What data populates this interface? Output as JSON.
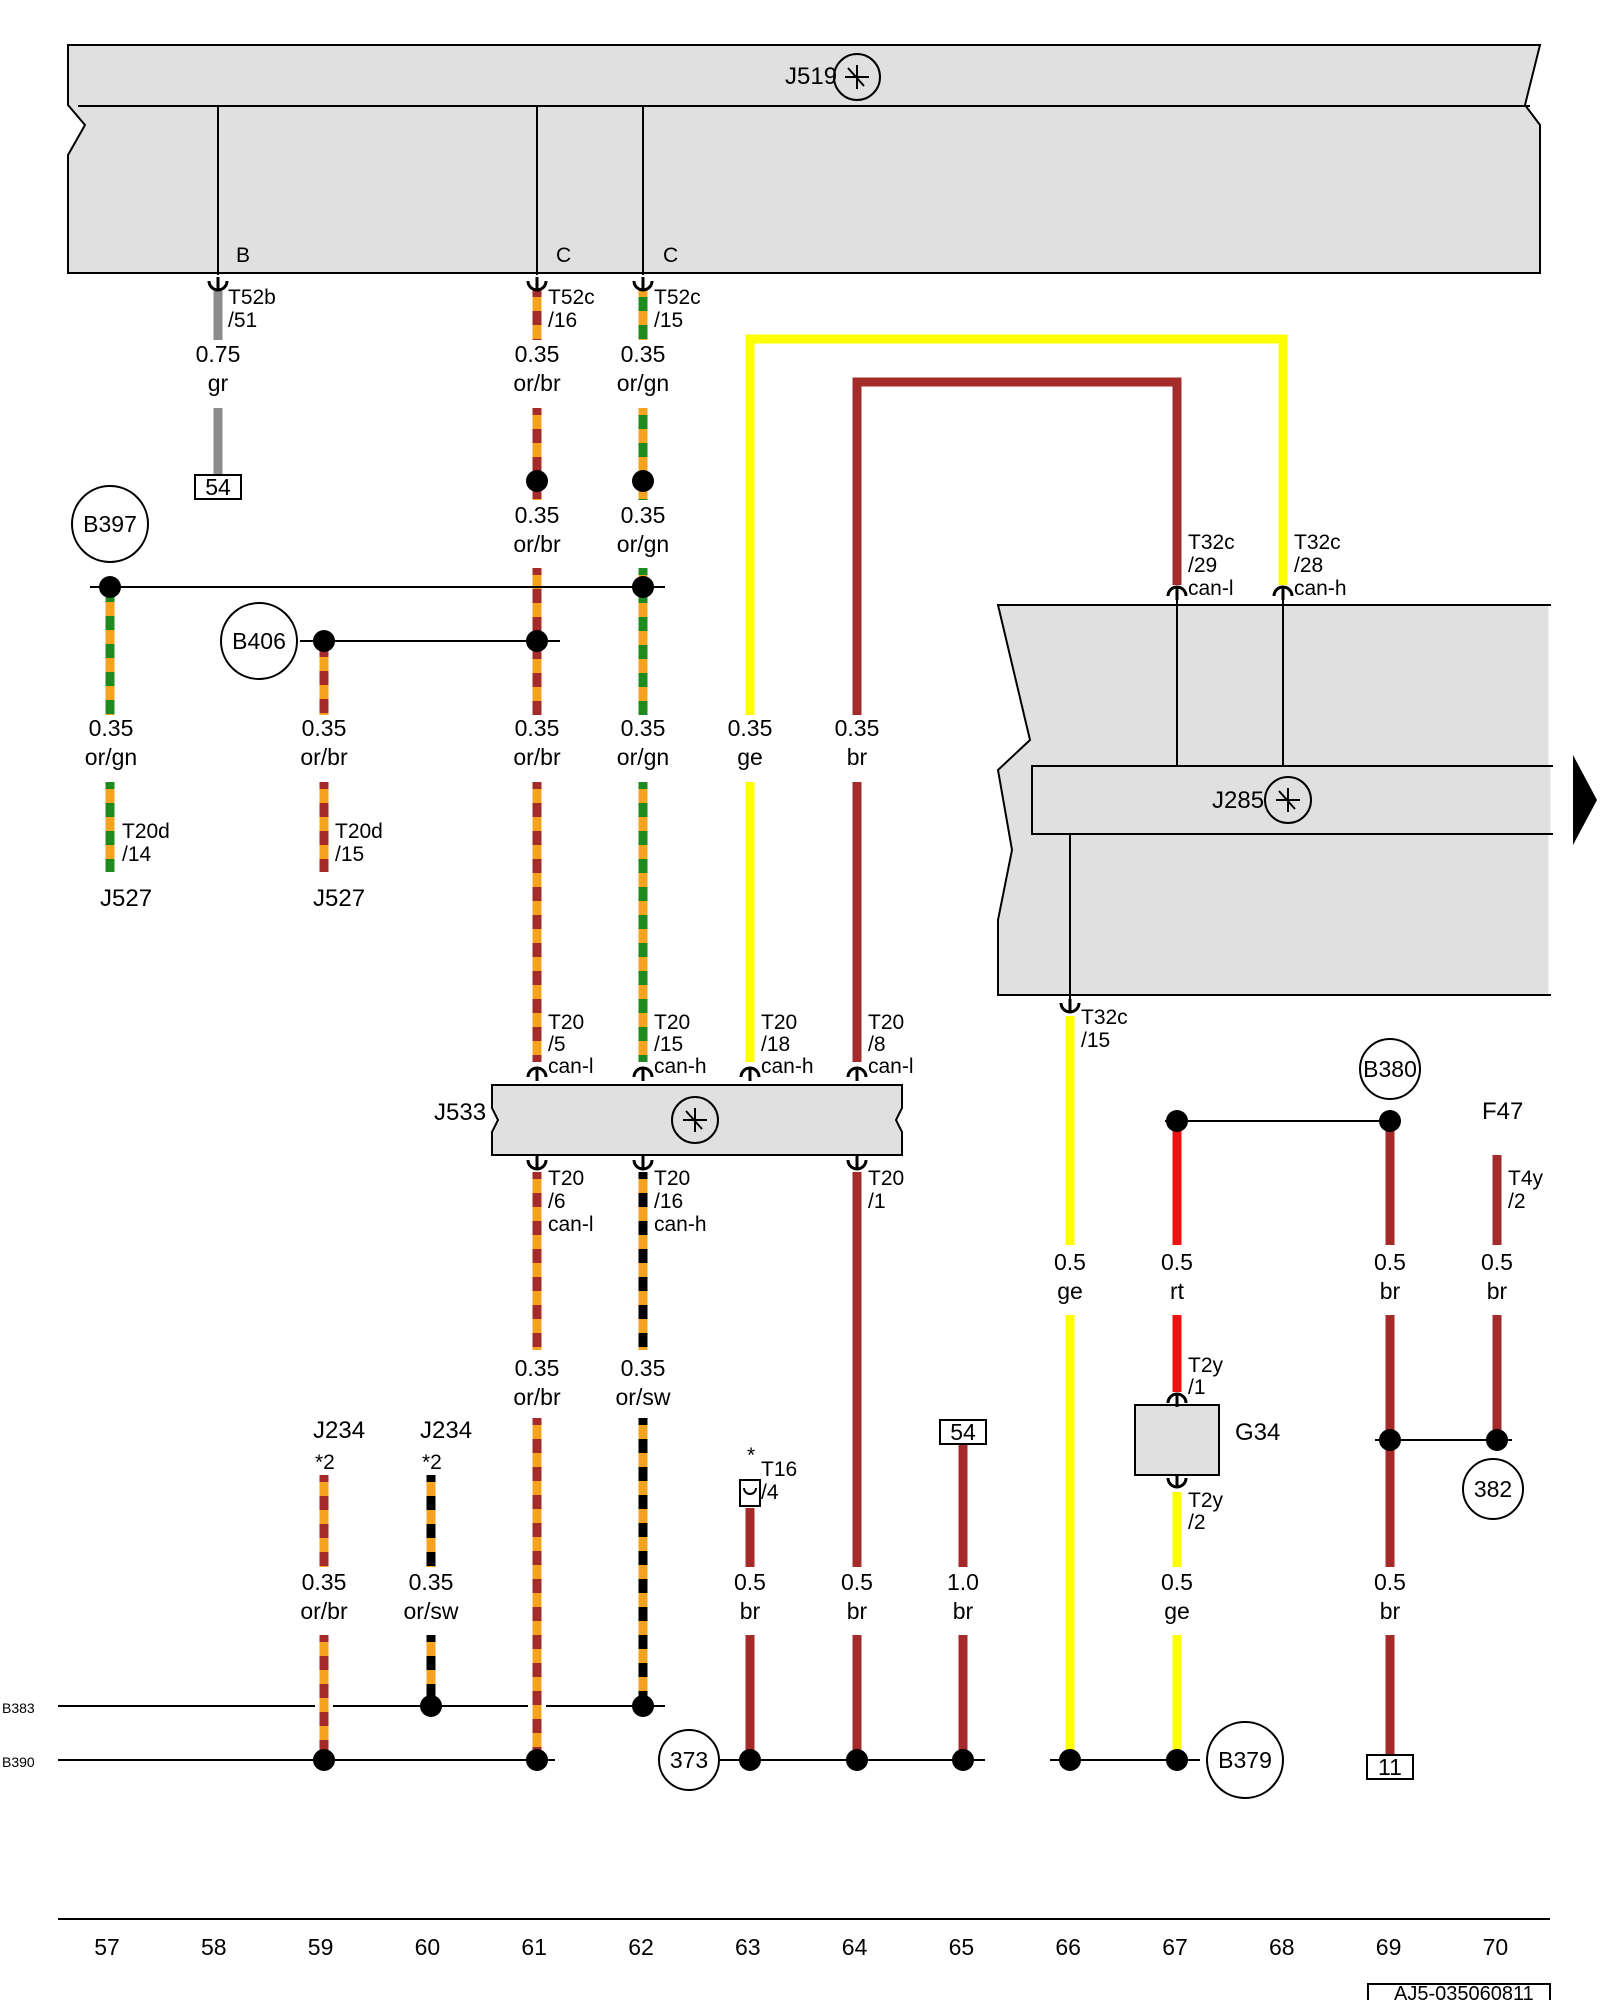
{
  "components": {
    "j519": "J519",
    "j285": "J285",
    "j533": "J533",
    "j527": "J527",
    "j234": "J234",
    "g34": "G34",
    "f47": "F47"
  },
  "pins": {
    "b": "B",
    "c": "C"
  },
  "connectors": [
    {
      "id": "t52b_51",
      "l1": "T52b",
      "l2": "/51",
      "l3": ""
    },
    {
      "id": "t52c_16",
      "l1": "T52c",
      "l2": "/16",
      "l3": ""
    },
    {
      "id": "t52c_15",
      "l1": "T52c",
      "l2": "/15",
      "l3": ""
    },
    {
      "id": "t32c_29",
      "l1": "T32c",
      "l2": "/29",
      "l3": "can-l"
    },
    {
      "id": "t32c_28",
      "l1": "T32c",
      "l2": "/28",
      "l3": "can-h"
    },
    {
      "id": "t20d_14",
      "l1": "T20d",
      "l2": "/14",
      "l3": ""
    },
    {
      "id": "t20d_15",
      "l1": "T20d",
      "l2": "/15",
      "l3": ""
    },
    {
      "id": "t20_5",
      "l1": "T20",
      "l2": "/5",
      "l3": "can-l"
    },
    {
      "id": "t20_15",
      "l1": "T20",
      "l2": "/15",
      "l3": "can-h"
    },
    {
      "id": "t20_18",
      "l1": "T20",
      "l2": "/18",
      "l3": "can-h"
    },
    {
      "id": "t20_8",
      "l1": "T20",
      "l2": "/8",
      "l3": "can-l"
    },
    {
      "id": "t32c_15",
      "l1": "T32c",
      "l2": "/15",
      "l3": ""
    },
    {
      "id": "t20_6",
      "l1": "T20",
      "l2": "/6",
      "l3": "can-l"
    },
    {
      "id": "t20_16",
      "l1": "T20",
      "l2": "/16",
      "l3": "can-h"
    },
    {
      "id": "t20_1",
      "l1": "T20",
      "l2": "/1",
      "l3": ""
    },
    {
      "id": "t16_4",
      "l1": "T16",
      "l2": "/4",
      "l3": ""
    },
    {
      "id": "t2y_1",
      "l1": "T2y",
      "l2": "/1",
      "l3": ""
    },
    {
      "id": "t2y_2",
      "l1": "T2y",
      "l2": "/2",
      "l3": ""
    },
    {
      "id": "t4y_2",
      "l1": "T4y",
      "l2": "/2",
      "l3": ""
    }
  ],
  "wires": [
    {
      "id": "w1",
      "size": "0.75",
      "color": "gr"
    },
    {
      "id": "w2",
      "size": "0.35",
      "color": "or/br"
    },
    {
      "id": "w3",
      "size": "0.35",
      "color": "or/gn"
    },
    {
      "id": "w4",
      "size": "0.35",
      "color": "or/br"
    },
    {
      "id": "w5",
      "size": "0.35",
      "color": "or/gn"
    },
    {
      "id": "w6",
      "size": "0.35",
      "color": "or/gn"
    },
    {
      "id": "w7",
      "size": "0.35",
      "color": "or/br"
    },
    {
      "id": "w8",
      "size": "0.35",
      "color": "or/br"
    },
    {
      "id": "w9",
      "size": "0.35",
      "color": "or/gn"
    },
    {
      "id": "w10",
      "size": "0.35",
      "color": "ge"
    },
    {
      "id": "w11",
      "size": "0.35",
      "color": "br"
    },
    {
      "id": "w12",
      "size": "0.5",
      "color": "ge"
    },
    {
      "id": "w13",
      "size": "0.5",
      "color": "rt"
    },
    {
      "id": "w14",
      "size": "0.5",
      "color": "br"
    },
    {
      "id": "w15",
      "size": "0.5",
      "color": "br"
    },
    {
      "id": "w16",
      "size": "0.35",
      "color": "or/br"
    },
    {
      "id": "w17",
      "size": "0.35",
      "color": "or/sw"
    },
    {
      "id": "w18",
      "size": "0.35",
      "color": "or/br"
    },
    {
      "id": "w19",
      "size": "0.35",
      "color": "or/sw"
    },
    {
      "id": "w20",
      "size": "0.5",
      "color": "br"
    },
    {
      "id": "w21",
      "size": "0.5",
      "color": "br"
    },
    {
      "id": "w22",
      "size": "1.0",
      "color": "br"
    },
    {
      "id": "w23",
      "size": "0.5",
      "color": "ge"
    },
    {
      "id": "w24",
      "size": "0.5",
      "color": "br"
    }
  ],
  "splices": {
    "b397": "B397",
    "b406": "B406",
    "b380": "B380",
    "b379": "B379",
    "s382": "382",
    "s373": "373",
    "b383": "B383",
    "b390": "B390"
  },
  "notes": {
    "j234_note_a": "*2",
    "j234_note_b": "*2",
    "t16_star": "*"
  },
  "terminals": {
    "t54_top": "54",
    "t54_bottom": "54",
    "t11": "11"
  },
  "columns": [
    "57",
    "58",
    "59",
    "60",
    "61",
    "62",
    "63",
    "64",
    "65",
    "66",
    "67",
    "68",
    "69",
    "70"
  ],
  "footer_code": "AJ5-035060811",
  "colors": {
    "gr": "#8c8c8c",
    "or": "#f5a31e",
    "br": "#a52a2a",
    "gn": "#1f8a1f",
    "sw": "#000000",
    "ge": "#ffff00",
    "rt": "#ee1111",
    "box": "#e0e0e0"
  }
}
